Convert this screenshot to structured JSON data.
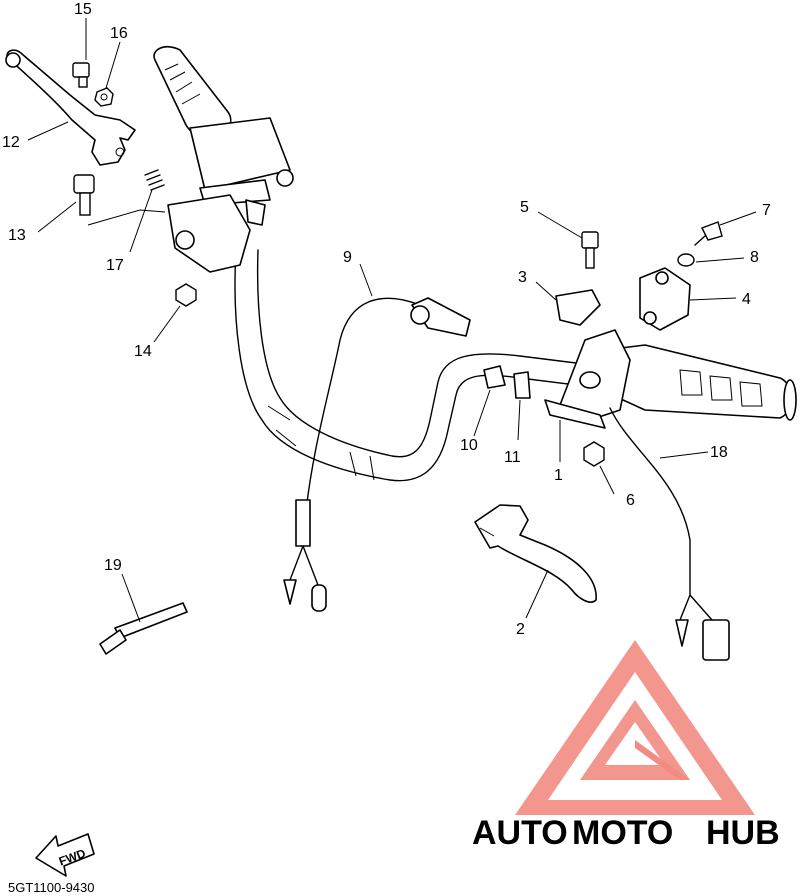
{
  "diagram": {
    "code": "5GT1100-9430",
    "fwd_label": "FWD"
  },
  "callouts": [
    {
      "id": "1",
      "label": "1"
    },
    {
      "id": "2",
      "label": "2"
    },
    {
      "id": "3",
      "label": "3"
    },
    {
      "id": "4",
      "label": "4"
    },
    {
      "id": "5",
      "label": "5"
    },
    {
      "id": "6",
      "label": "6"
    },
    {
      "id": "7",
      "label": "7"
    },
    {
      "id": "8",
      "label": "8"
    },
    {
      "id": "9",
      "label": "9"
    },
    {
      "id": "10",
      "label": "10"
    },
    {
      "id": "11",
      "label": "11"
    },
    {
      "id": "12",
      "label": "12"
    },
    {
      "id": "13",
      "label": "13"
    },
    {
      "id": "14",
      "label": "14"
    },
    {
      "id": "15",
      "label": "15"
    },
    {
      "id": "16",
      "label": "16"
    },
    {
      "id": "17",
      "label": "17"
    },
    {
      "id": "18",
      "label": "18"
    },
    {
      "id": "19",
      "label": "19"
    }
  ],
  "watermark": {
    "brand_text": "AUTOMOTOHUB",
    "part1": "AUTO",
    "part2": "MOTO",
    "part3": "HUB",
    "color_red": "#f28b82",
    "color_orange": "#f7c97a",
    "color_grey": "#9a9a9a"
  }
}
